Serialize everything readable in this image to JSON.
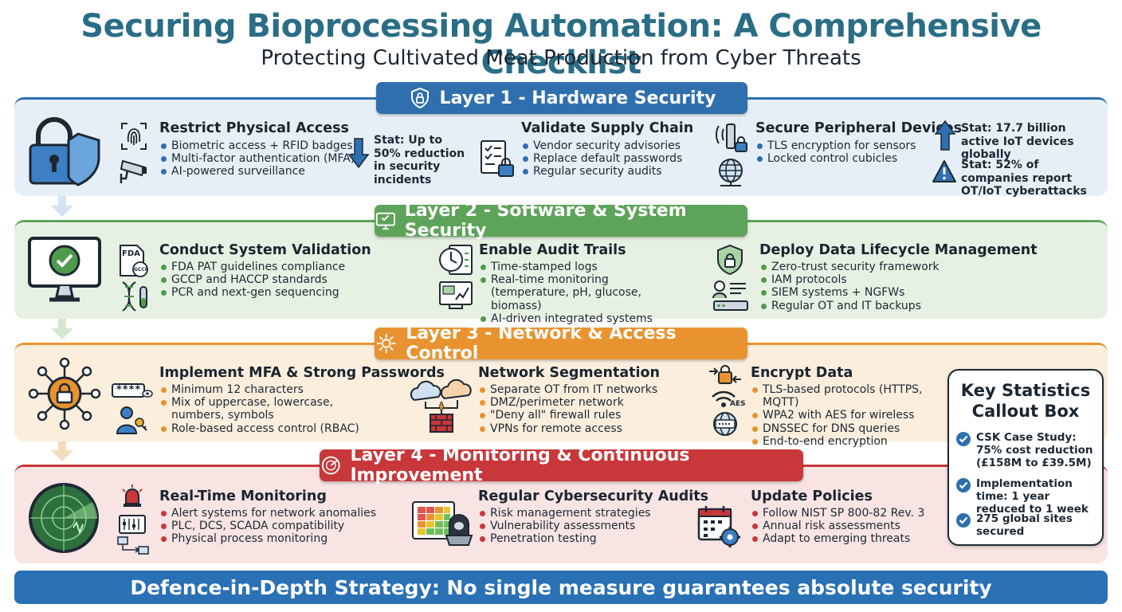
{
  "title": "Securing Bioprocessing Automation: A Comprehensive Checklist",
  "subtitle": "Protecting Cultivated Meat Production from Cyber Threats",
  "colors": {
    "layer1": "#2f6fae",
    "layer2": "#5ea35a",
    "layer3": "#e8932f",
    "layer4": "#c8373a",
    "title": "#2a6d86",
    "footer": "#2a70b4"
  },
  "layers": [
    {
      "banner": "Layer 1 - Hardware Security",
      "banner_icon": "shield-lock-icon",
      "sections": [
        {
          "title": "Restrict Physical Access",
          "items": [
            "Biometric access + RFID badges",
            "Multi-factor authentication (MFA)",
            "AI-powered surveillance"
          ]
        },
        {
          "title": "Validate Supply Chain",
          "items": [
            "Vendor security advisories",
            "Replace default passwords",
            "Regular security audits"
          ]
        },
        {
          "title": "Secure Peripheral Devices",
          "items": [
            "TLS encryption for sensors",
            "Locked control cubicles"
          ]
        }
      ],
      "stats": [
        "Stat: Up to 50% reduction in security incidents",
        "Stat: 17.7 billion active IoT devices globally",
        "Stat: 52% of companies report OT/IoT cyberattacks"
      ]
    },
    {
      "banner": "Layer 2 - Software & System Security",
      "banner_icon": "monitor-icon",
      "sections": [
        {
          "title": "Conduct System Validation",
          "items": [
            "FDA PAT guidelines compliance",
            "GCCP and HACCP standards",
            "PCR and next-gen sequencing"
          ],
          "doc_label_1": "FDA",
          "doc_label_2": "GCCP"
        },
        {
          "title": "Enable Audit Trails",
          "items": [
            "Time-stamped logs",
            "Real-time monitoring (temperature, pH, glucose, biomass)",
            "AI-driven integrated systems"
          ]
        },
        {
          "title": "Deploy Data Lifecycle Management",
          "items": [
            "Zero-trust security framework",
            "IAM protocols",
            "SIEM systems + NGFWs",
            "Regular OT and IT backups"
          ]
        }
      ]
    },
    {
      "banner": "Layer 3 - Network & Access Control",
      "banner_icon": "network-gear-icon",
      "sections": [
        {
          "title": "Implement MFA & Strong Passwords",
          "items": [
            "Minimum 12 characters",
            "Mix of uppercase, lowercase, numbers, symbols",
            "Role-based access control (RBAC)"
          ],
          "password_mask": "****"
        },
        {
          "title": "Network Segmentation",
          "items": [
            "Separate OT from IT networks",
            "DMZ/perimeter network",
            "\"Deny all\" firewall rules",
            "VPNs for remote access"
          ]
        },
        {
          "title": "Encrypt Data",
          "items": [
            "TLS-based protocols (HTTPS, MQTT)",
            "WPA2 with AES for wireless",
            "DNSSEC for DNS queries",
            "End-to-end encryption"
          ],
          "wifi_label": "AES"
        }
      ]
    },
    {
      "banner": "Layer 4 - Monitoring & Continuous Improvement",
      "banner_icon": "radar-icon",
      "sections": [
        {
          "title": "Real-Time Monitoring",
          "items": [
            "Alert systems for network anomalies",
            "PLC, DCS, SCADA compatibility",
            "Physical process monitoring"
          ]
        },
        {
          "title": "Regular Cybersecurity Audits",
          "items": [
            "Risk management strategies",
            "Vulnerability assessments",
            "Penetration testing"
          ]
        },
        {
          "title": "Update Policies",
          "items": [
            "Follow NIST SP 800-82 Rev. 3",
            "Annual risk assessments",
            "Adapt to emerging threats"
          ]
        }
      ]
    }
  ],
  "callout": {
    "title": "Key Statistics Callout Box",
    "items": [
      "CSK Case Study: 75% cost reduction (£158M to £39.5M)",
      "Implementation time: 1 year reduced to 1 week",
      "275 global sites secured"
    ]
  },
  "footer": "Defence-in-Depth Strategy: No single measure guarantees absolute security"
}
